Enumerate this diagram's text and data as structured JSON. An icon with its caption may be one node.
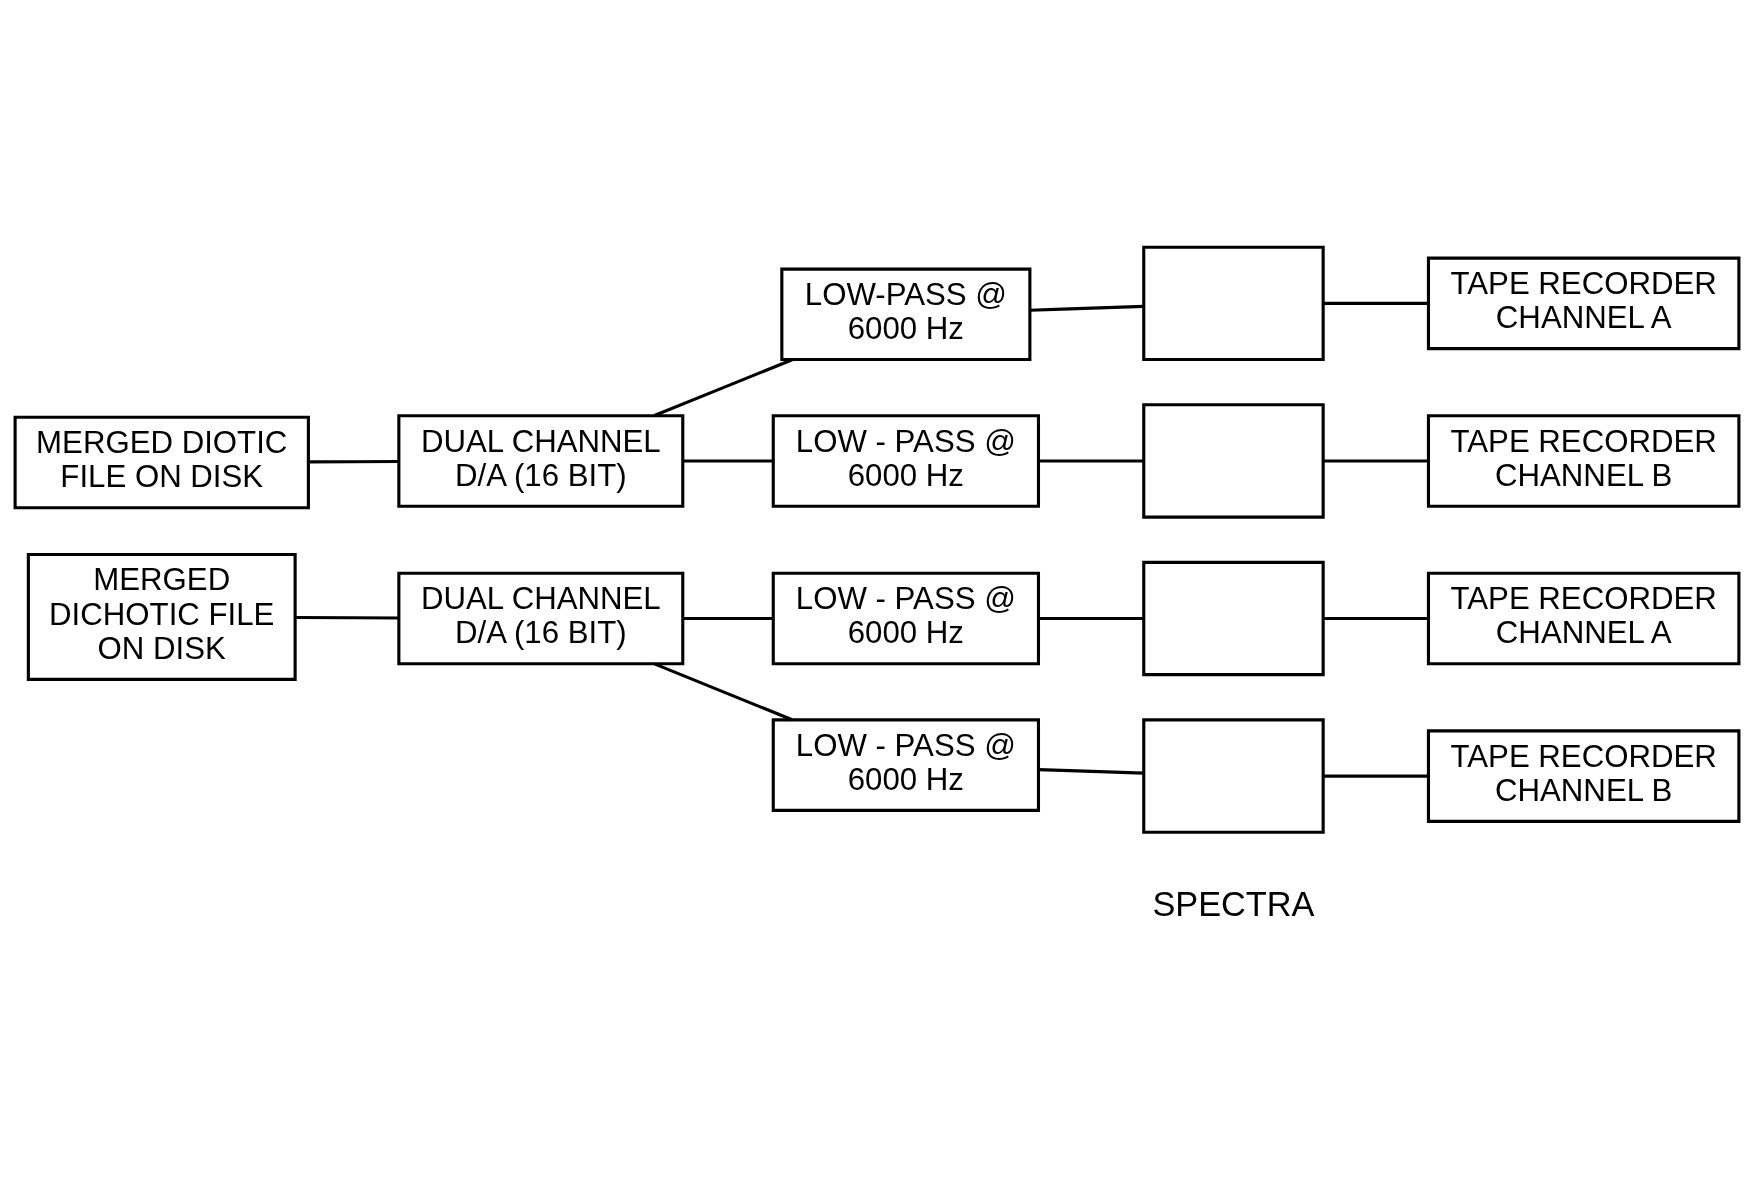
{
  "diagram": {
    "nodes": [
      {
        "text": [
          "MERGED DIOTIC FILE ON DISK"
        ]
      },
      {
        "text": [
          "DUAL CHANNEL D/A (16 BIT)"
        ]
      },
      {
        "text": [
          "LOW-PASS @ 6000 Hz"
        ]
      },
      {
        "text": [
          "LOW - PASS @ 6000 Hz"
        ]
      },
      {
        "text": [],
        "shape": "box"
      },
      {
        "text": [],
        "shape": "box"
      },
      {
        "text": [
          "TAPE RECORDER CHANNEL A"
        ]
      },
      {
        "text": [
          "TAPE RECORDER CHANNEL B"
        ]
      },
      {
        "text": [
          "MERGED DICHOTIC FILE ON DISK"
        ]
      },
      {
        "text": [
          "DUAL CHANNEL D/A (16 BIT)"
        ]
      },
      {
        "text": [
          "LOW - PASS @ 6000 Hz"
        ]
      },
      {
        "text": [
          "LOW - PASS @ 6000 Hz"
        ]
      },
      {
        "text": [],
        "shape": "box"
      },
      {
        "text": [],
        "shape": "box"
      },
      {
        "text": [
          "TAPE RECORDER CHANNEL A"
        ]
      },
      {
        "text": [
          "TAPE RECORDER CHANNEL B"
        ]
      }
    ],
    "edges": [
      {
        "from": 0,
        "to": 1,
        "arrow": "none"
      },
      {
        "from": 1,
        "to": 2,
        "arrow": "none"
      },
      {
        "from": 1,
        "to": 3,
        "arrow": "none"
      },
      {
        "from": 2,
        "to": 4,
        "arrow": "none"
      },
      {
        "from": 3,
        "to": 5,
        "arrow": "none"
      },
      {
        "from": 4,
        "to": 6,
        "arrow": "none"
      },
      {
        "from": 5,
        "to": 7,
        "arrow": "none"
      },
      {
        "from": 8,
        "to": 9,
        "arrow": "none"
      },
      {
        "from": 9,
        "to": 10,
        "arrow": "none"
      },
      {
        "from": 9,
        "to": 11,
        "arrow": "none"
      },
      {
        "from": 10,
        "to": 12,
        "arrow": "none"
      },
      {
        "from": 11,
        "to": 13,
        "arrow": "none"
      },
      {
        "from": 12,
        "to": 14,
        "arrow": "none"
      },
      {
        "from": 13,
        "to": 15,
        "arrow": "none"
      }
    ],
    "labels": [
      "SPECTRA"
    ]
  }
}
